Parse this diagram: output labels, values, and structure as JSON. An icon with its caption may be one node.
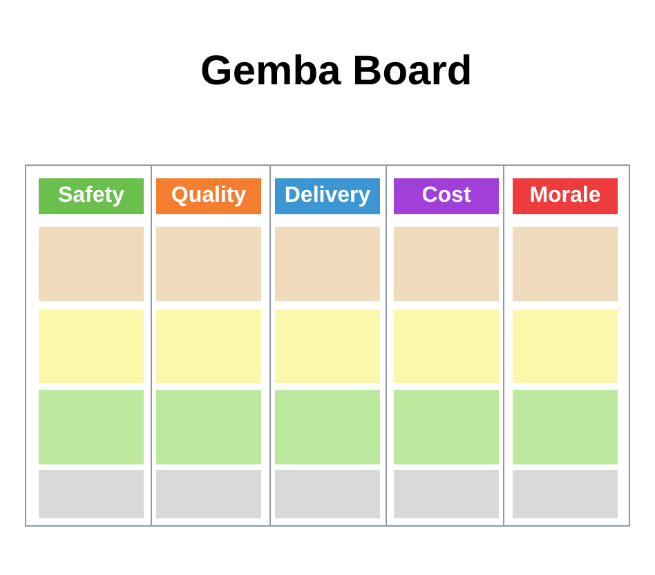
{
  "diagram": {
    "title": "Gemba Board",
    "nodes": [
      {
        "text": [],
        "shape": "box"
      },
      {
        "text": [],
        "shape": "box",
        "in": 0
      },
      {
        "text": [
          "Safety"
        ],
        "in": 1
      },
      {
        "text": [],
        "shape": "box",
        "in": 1
      },
      {
        "text": [],
        "shape": "box",
        "in": 1
      },
      {
        "text": [],
        "shape": "box",
        "in": 1
      },
      {
        "text": [],
        "shape": "box",
        "in": 1
      },
      {
        "text": [],
        "shape": "box",
        "in": 0
      },
      {
        "text": [
          "Quality"
        ],
        "in": 7
      },
      {
        "text": [],
        "shape": "box",
        "in": 7
      },
      {
        "text": [],
        "shape": "box",
        "in": 7
      },
      {
        "text": [],
        "shape": "box",
        "in": 7
      },
      {
        "text": [],
        "shape": "box",
        "in": 7
      },
      {
        "text": [],
        "shape": "box",
        "in": 0
      },
      {
        "text": [
          "Delivery"
        ],
        "in": 13
      },
      {
        "text": [],
        "shape": "box",
        "in": 13
      },
      {
        "text": [],
        "shape": "box",
        "in": 13
      },
      {
        "text": [],
        "shape": "box",
        "in": 13
      },
      {
        "text": [],
        "shape": "box",
        "in": 13
      },
      {
        "text": [],
        "shape": "box",
        "in": 0
      },
      {
        "text": [
          "Cost"
        ],
        "in": 19
      },
      {
        "text": [],
        "shape": "box",
        "in": 19
      },
      {
        "text": [],
        "shape": "box",
        "in": 19
      },
      {
        "text": [],
        "shape": "box",
        "in": 19
      },
      {
        "text": [],
        "shape": "box",
        "in": 19
      },
      {
        "text": [],
        "shape": "box",
        "in": 0
      },
      {
        "text": [
          "Morale"
        ],
        "in": 25
      },
      {
        "text": [],
        "shape": "box",
        "in": 25
      },
      {
        "text": [],
        "shape": "box",
        "in": 25
      },
      {
        "text": [],
        "shape": "box",
        "in": 25
      },
      {
        "text": [],
        "shape": "box",
        "in": 25
      }
    ]
  }
}
